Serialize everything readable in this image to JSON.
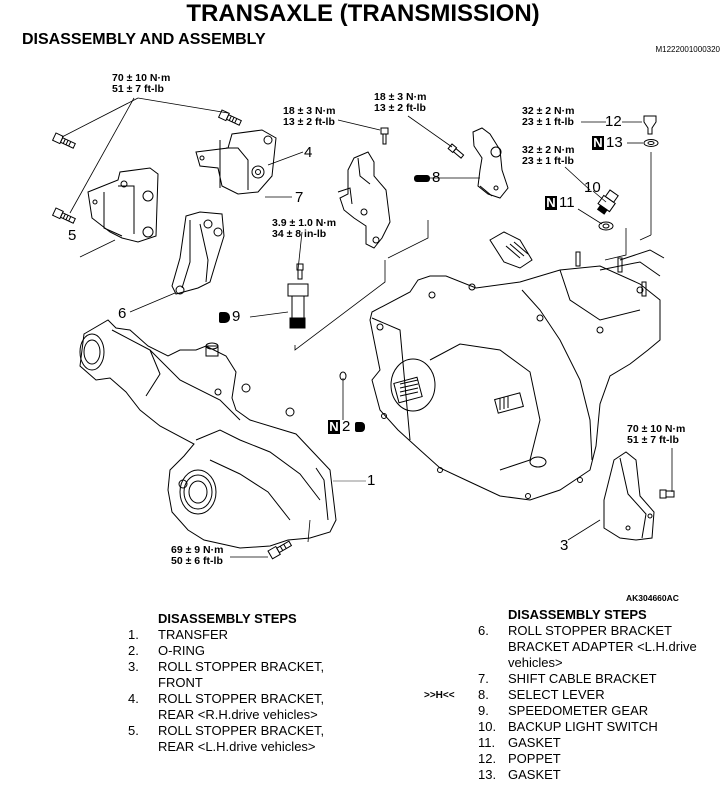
{
  "header": {
    "title": "TRANSAXLE (TRANSMISSION)",
    "subtitle": "DISASSEMBLY AND ASSEMBLY",
    "document_id": "M1222001000320"
  },
  "figure": {
    "figure_id": "AK304660AC",
    "torque_specs": [
      {
        "id": "t-roll-stopper-rear",
        "metric": "70 ± 10 N·m",
        "imperial": "51 ± 7 ft-lb"
      },
      {
        "id": "t-shift-bracket",
        "metric": "18 ± 3 N·m",
        "imperial": "13 ± 2 ft-lb"
      },
      {
        "id": "t-select-lever",
        "metric": "18 ± 3 N·m",
        "imperial": "13 ± 2 ft-lb"
      },
      {
        "id": "t-poppet",
        "metric": "32 ± 2 N·m",
        "imperial": "23 ± 1 ft-lb"
      },
      {
        "id": "t-backup-switch",
        "metric": "32 ± 2 N·m",
        "imperial": "23 ± 1 ft-lb"
      },
      {
        "id": "t-speedo",
        "metric": "3.9 ± 1.0 N·m",
        "imperial": "34 ± 8 in-lb"
      },
      {
        "id": "t-front-bracket",
        "metric": "70 ± 10 N·m",
        "imperial": "51 ± 7 ft-lb"
      },
      {
        "id": "t-transfer",
        "metric": "69 ± 9 N·m",
        "imperial": "50 ± 6 ft-lb"
      }
    ],
    "callouts": {
      "c1": "1",
      "c2": "2",
      "c3": "3",
      "c4": "4",
      "c5": "5",
      "c6": "6",
      "c7": "7",
      "c8": "8",
      "c9": "9",
      "c10": "10",
      "c11": "11",
      "c12": "12",
      "c13": "13"
    },
    "new_part_marker": "N",
    "icons": {
      "grease": "grease-gun-icon",
      "gear_oil": "gear-oil-icon"
    }
  },
  "steps_left": {
    "heading": "DISASSEMBLY STEPS",
    "items": [
      {
        "num": "1.",
        "lines": [
          "TRANSFER"
        ]
      },
      {
        "num": "2.",
        "lines": [
          "O-RING"
        ]
      },
      {
        "num": "3.",
        "lines": [
          "ROLL STOPPER BRACKET,",
          "FRONT"
        ]
      },
      {
        "num": "4.",
        "lines": [
          "ROLL STOPPER BRACKET,",
          "REAR <R.H.drive vehicles>"
        ]
      },
      {
        "num": "5.",
        "lines": [
          "ROLL STOPPER BRACKET,",
          "REAR <L.H.drive vehicles>"
        ]
      }
    ]
  },
  "steps_right": {
    "heading": "DISASSEMBLY STEPS",
    "items": [
      {
        "num": "6.",
        "marker": "",
        "lines": [
          "ROLL STOPPER BRACKET",
          "BRACKET ADAPTER <L.H.drive",
          "vehicles>"
        ]
      },
      {
        "num": "7.",
        "marker": "",
        "lines": [
          "SHIFT CABLE BRACKET"
        ]
      },
      {
        "num": "8.",
        "marker": ">>H<<",
        "lines": [
          "SELECT LEVER"
        ]
      },
      {
        "num": "9.",
        "marker": "",
        "lines": [
          "SPEEDOMETER GEAR"
        ]
      },
      {
        "num": "10.",
        "marker": "",
        "lines": [
          "BACKUP LIGHT SWITCH"
        ]
      },
      {
        "num": "11.",
        "marker": "",
        "lines": [
          "GASKET"
        ]
      },
      {
        "num": "12.",
        "marker": "",
        "lines": [
          "POPPET"
        ]
      },
      {
        "num": "13.",
        "marker": "",
        "lines": [
          "GASKET"
        ]
      }
    ]
  }
}
